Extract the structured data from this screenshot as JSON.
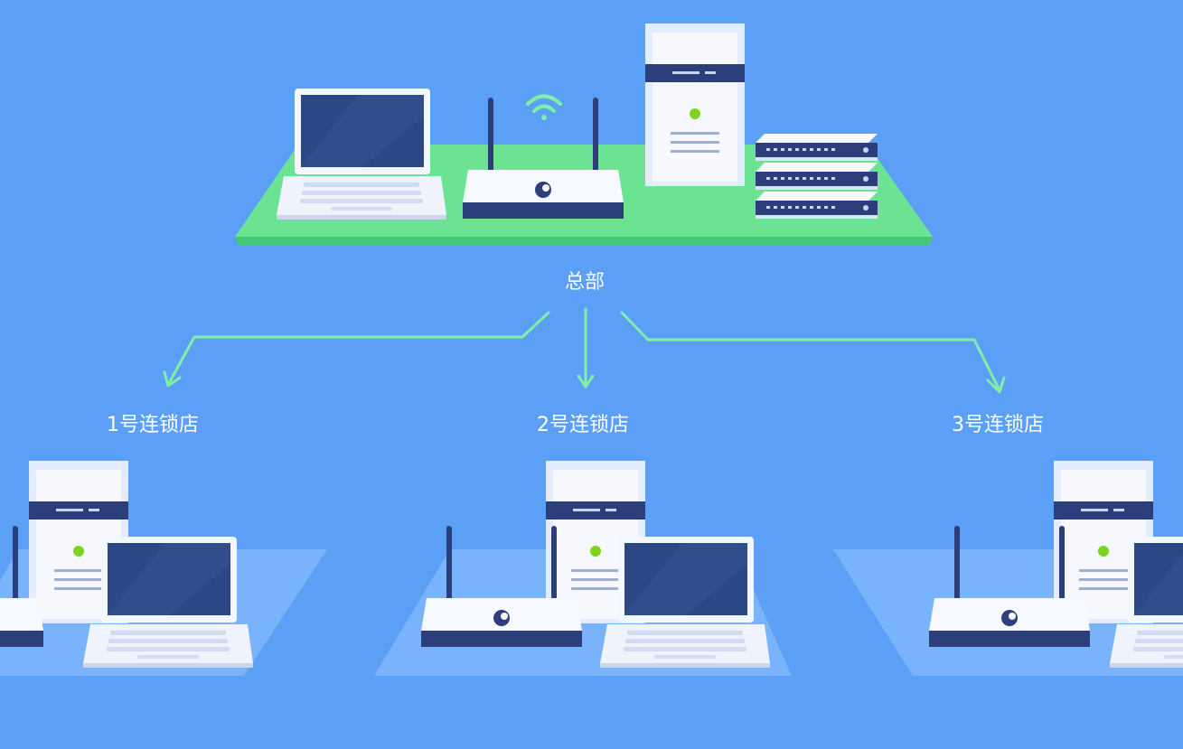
{
  "headquarters": {
    "label": "总部"
  },
  "stores": [
    {
      "label": "1号连锁店"
    },
    {
      "label": "2号连锁店"
    },
    {
      "label": "3号连锁店"
    }
  ],
  "colors": {
    "background": "#5b9ff7",
    "platform": "#6be392",
    "arrow": "#7ef0a6",
    "device_dark": "#2c3e7c",
    "device_light": "#f3f7ff",
    "status_led": "#7ed321"
  }
}
